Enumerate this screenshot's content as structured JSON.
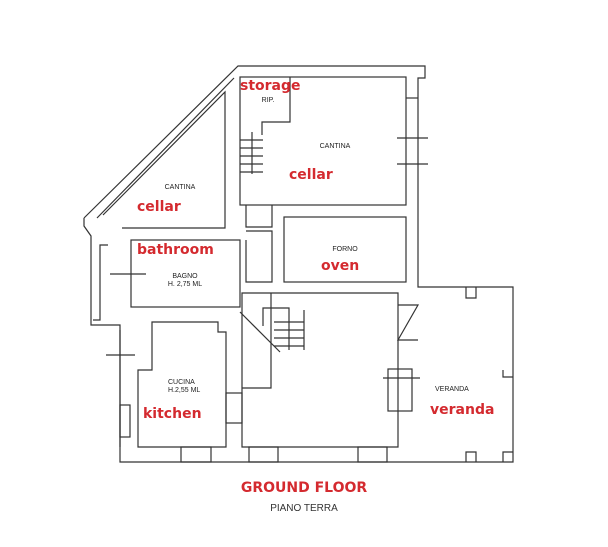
{
  "colors": {
    "accent": "#d42a2f",
    "walls": "#333333"
  },
  "rooms": [
    {
      "id": "storage",
      "it": "RIP.",
      "en": "storage"
    },
    {
      "id": "cellar-upper",
      "it": "CANTINA",
      "en": "cellar"
    },
    {
      "id": "cellar-left",
      "it": "CANTINA",
      "en": "cellar"
    },
    {
      "id": "bathroom",
      "it": "BAGNO",
      "height": "H. 2,75 ML",
      "en": "bathroom"
    },
    {
      "id": "oven",
      "it": "FORNO",
      "en": "oven"
    },
    {
      "id": "kitchen",
      "it": "CUCINA",
      "height": "H.2,55 ML",
      "en": "kitchen"
    },
    {
      "id": "veranda",
      "it": "VERANDA",
      "en": "veranda"
    }
  ],
  "title": "GROUND FLOOR",
  "subtitle": "PIANO TERRA"
}
